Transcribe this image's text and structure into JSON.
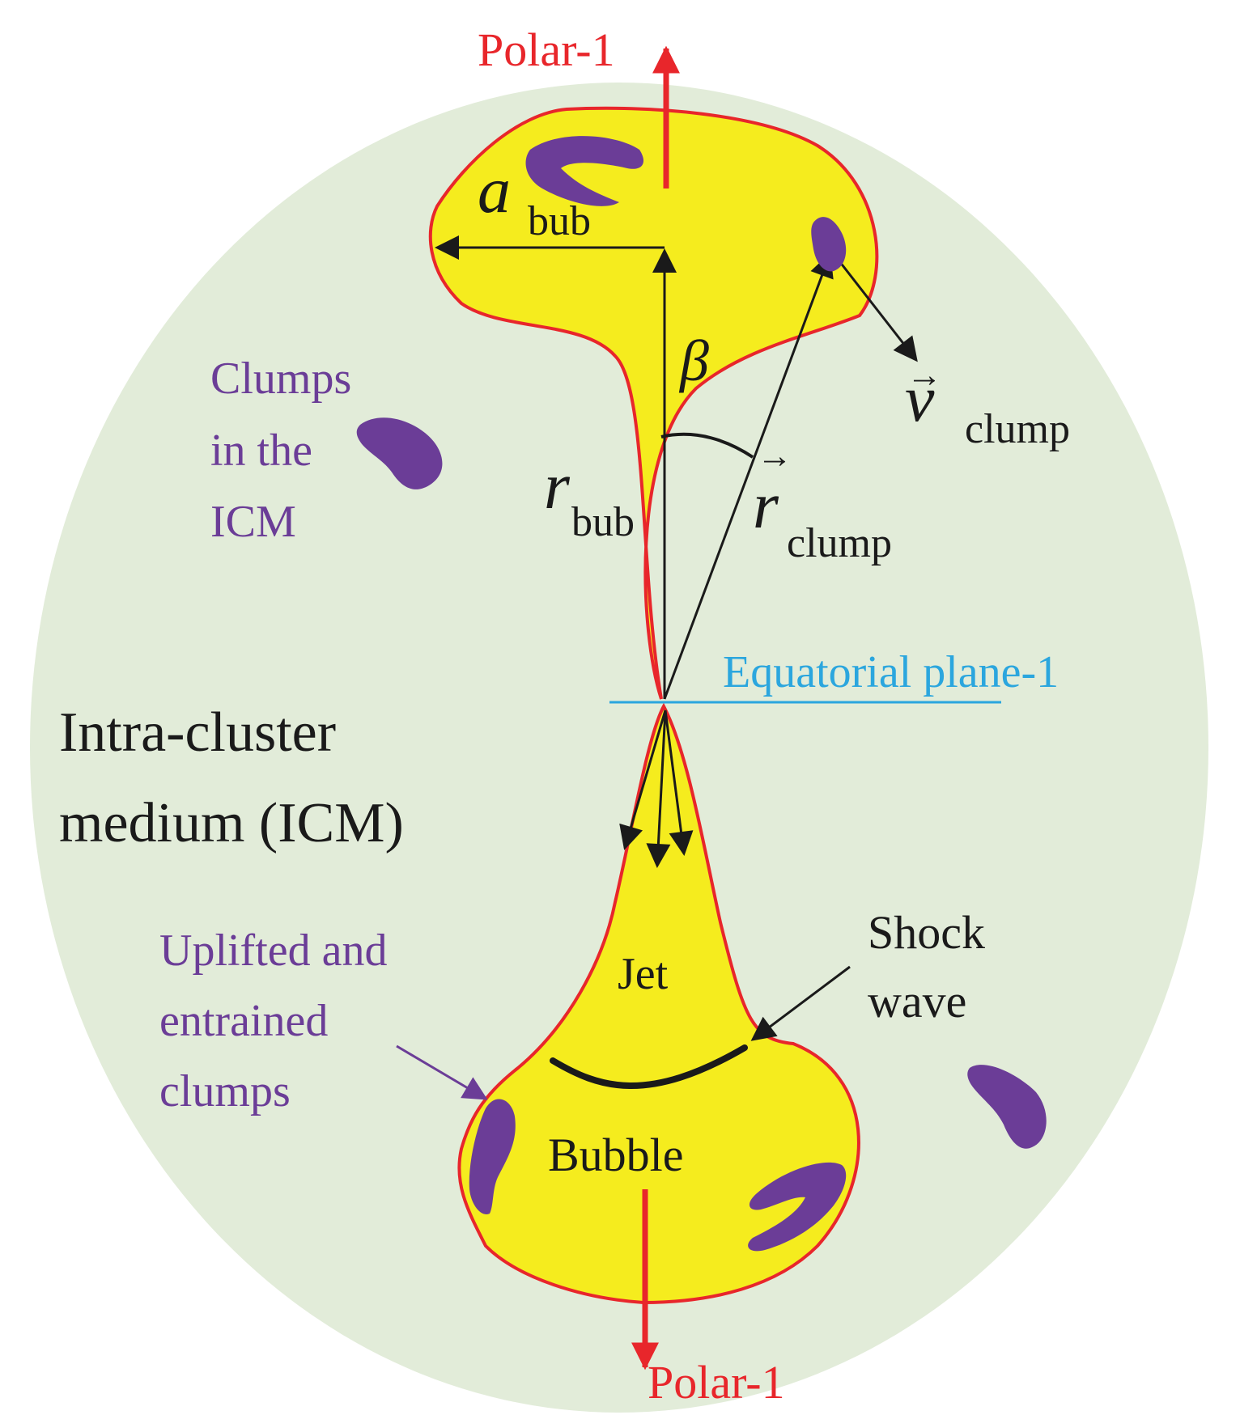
{
  "labels": {
    "polar_top": "Polar-1",
    "polar_bottom": "Polar-1",
    "a_bub_symbol": "a",
    "a_bub_sub": "bub",
    "beta": "β",
    "r_bub_symbol": "r",
    "r_bub_sub": "bub",
    "r_clump_symbol": "r",
    "r_clump_sub": "clump",
    "v_clump_symbol": "v",
    "v_clump_sub": "clump",
    "vector_arrow": "→",
    "clumps_icm": [
      "Clumps",
      "in the",
      "ICM"
    ],
    "equatorial_plane": "Equatorial plane-1",
    "icm": [
      "Intra-cluster",
      "medium (ICM)"
    ],
    "jet": "Jet",
    "bubble": "Bubble",
    "shock_wave": [
      "Shock",
      "wave"
    ],
    "uplifted": [
      "Uplifted and",
      "entrained",
      "clumps"
    ]
  },
  "colors": {
    "icm_background": "#e2ecd9",
    "bubble_fill": "#f5ec1e",
    "outline_red": "#e8262b",
    "clump_purple": "#6b3d97",
    "equatorial_blue": "#2ba6de",
    "arrow_black": "#1a1a1a"
  }
}
